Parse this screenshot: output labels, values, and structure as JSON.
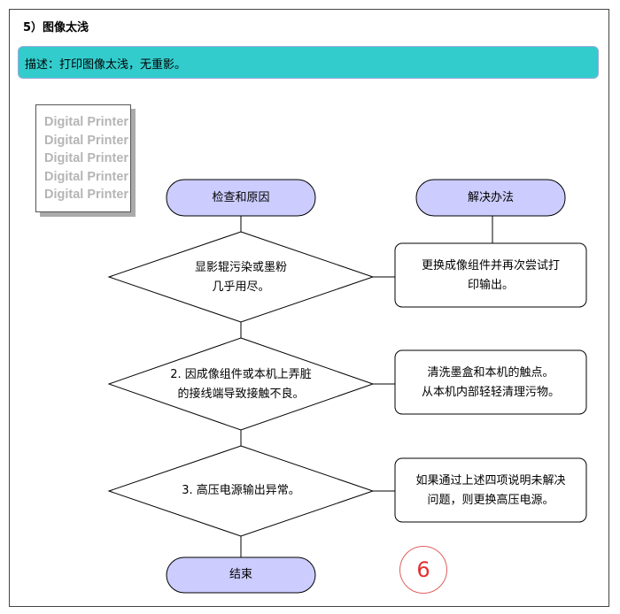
{
  "section": {
    "title": "5）图像太浅"
  },
  "description": {
    "text": "描述：打印图像太浅，无重影。"
  },
  "sample": {
    "lines": [
      "Digital Printer",
      "Digital Printer",
      "Digital Printer",
      "Digital Printer",
      "Digital Printer"
    ]
  },
  "flow": {
    "check_header": "检查和原因",
    "solution_header": "解决办法",
    "checks": [
      {
        "line1": "显影辊污染或墨粉",
        "line2": "几乎用尽。"
      },
      {
        "line1": "2. 因成像组件或本机上弄脏",
        "line2": "的接线端导致接触不良。"
      },
      {
        "line1": "3. 高压电源输出异常。",
        "line2": ""
      }
    ],
    "solutions": [
      {
        "line1": "更换成像组件并再次尝试打",
        "line2": "印输出。"
      },
      {
        "line1": "清洗墨盒和本机的触点。",
        "line2": "从本机内部轻轻清理污物。"
      },
      {
        "line1": "如果通过上述四项说明未解决",
        "line2": "问题，则更换高压电源。"
      }
    ],
    "end": "结束"
  },
  "page_marker": "6",
  "colors": {
    "accent": "#33cccc",
    "pill_fill": "#ccccff",
    "marker": "#e03030"
  }
}
